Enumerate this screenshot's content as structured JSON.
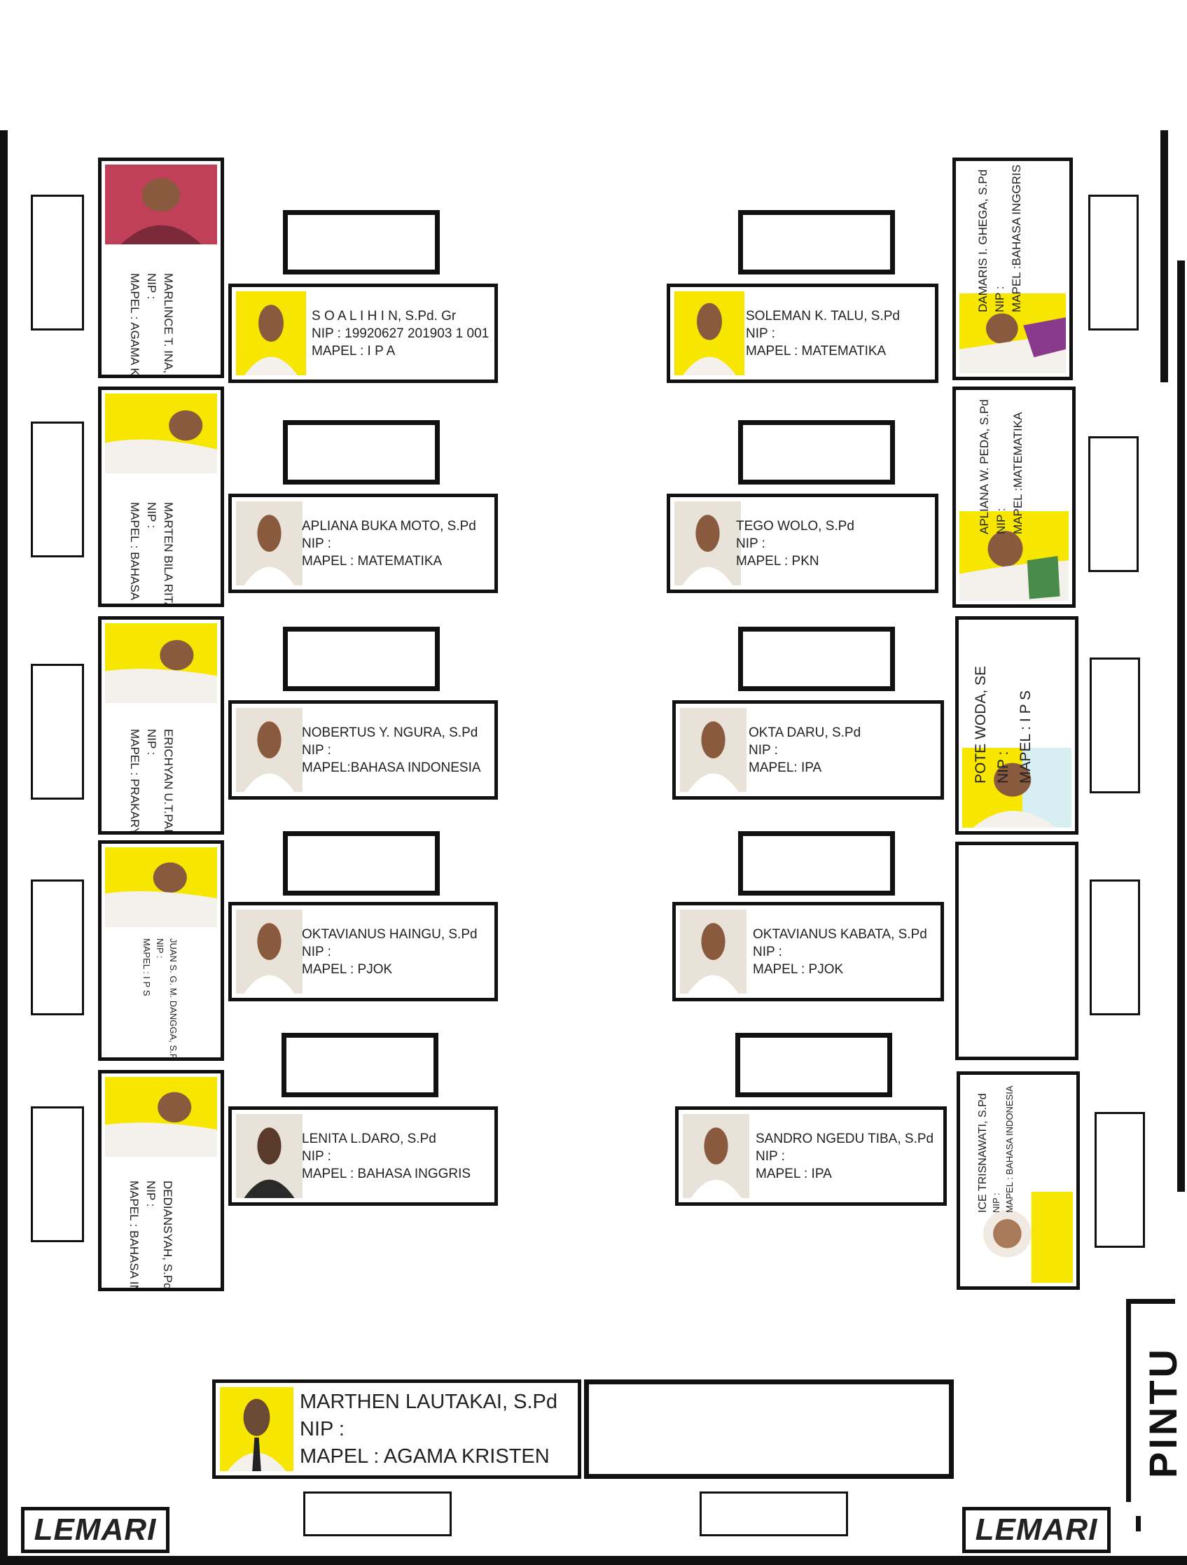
{
  "colors": {
    "photo_bg": "#f7e600",
    "photo_bg_alt": "#e9e2d8",
    "line": "#111111"
  },
  "left_column": [
    {
      "name": "MARLINCE T. INA, S.Pdk",
      "nip": "NIP :",
      "mapel": "MAPEL :  AGAMA KRISTEN"
    },
    {
      "name": "MARTEN BILA RITA, S.Pd",
      "nip": "NIP :",
      "mapel": "MAPEL :  BAHASA INGGRIS"
    },
    {
      "name": "ERICHYAN U.T.PAITA, SE",
      "nip": "NIP :",
      "mapel": "MAPEL :  PRAKARYA"
    },
    {
      "name": "JUAN S. G. M. DANGGA, S.Pd",
      "nip": "NIP :",
      "mapel": "MAPEL : I P S"
    },
    {
      "name": "DEDIANSYAH, S.Pd. Gr",
      "nip": "NIP :",
      "mapel": "MAPEL : BAHASA INDONESIA"
    }
  ],
  "left_desks": [
    {
      "name": "S O A L I H I N, S.Pd. Gr",
      "nip": "NIP : 19920627 201903 1 001",
      "mapel": "MAPEL : I P A"
    },
    {
      "name": "APLIANA BUKA MOTO, S.Pd",
      "nip": "NIP :",
      "mapel": "MAPEL : MATEMATIKA"
    },
    {
      "name": "NOBERTUS Y. NGURA, S.Pd",
      "nip": "NIP :",
      "mapel": "MAPEL:BAHASA INDONESIA"
    },
    {
      "name": "OKTAVIANUS HAINGU, S.Pd",
      "nip": "NIP :",
      "mapel": "MAPEL : PJOK"
    },
    {
      "name": "LENITA L.DARO, S.Pd",
      "nip": "NIP :",
      "mapel": "MAPEL : BAHASA INGGRIS"
    }
  ],
  "right_desks": [
    {
      "name": "SOLEMAN K. TALU, S.Pd",
      "nip": "NIP :",
      "mapel": "MAPEL : MATEMATIKA"
    },
    {
      "name": "TEGO WOLO, S.Pd",
      "nip": "NIP :",
      "mapel": "MAPEL : PKN"
    },
    {
      "name": "OKTA DARU, S.Pd",
      "nip": "NIP :",
      "mapel": "MAPEL: IPA"
    },
    {
      "name": "OKTAVIANUS KABATA, S.Pd",
      "nip": "NIP :",
      "mapel": "MAPEL : PJOK"
    },
    {
      "name": "SANDRO NGEDU TIBA, S.Pd",
      "nip": "NIP :",
      "mapel": "MAPEL : IPA"
    }
  ],
  "right_column": [
    {
      "name": "DAMARIS I. GHEGA, S.Pd",
      "nip": "NIP :",
      "mapel": "MAPEL :BAHASA INGGRIS"
    },
    {
      "name": "APLIANA W. PEDA, S.Pd",
      "nip": "NIP :",
      "mapel": "MAPEL :MATEMATIKA"
    },
    {
      "name": "POTE WODA, SE",
      "nip": "NIP :",
      "mapel": "MAPEL : I P S"
    },
    {
      "name": "ICE TRISNAWATI, S.Pd",
      "nip": "NIP :",
      "mapel": "MAPEL : BAHASA INDONESIA"
    }
  ],
  "bottom_desk": {
    "name": "MARTHEN LAUTAKAI, S.Pd",
    "nip": "NIP :",
    "mapel": "MAPEL : AGAMA KRISTEN"
  },
  "labels": {
    "lemari_left": "LEMARI",
    "lemari_right": "LEMARI",
    "door": "PINTU"
  }
}
